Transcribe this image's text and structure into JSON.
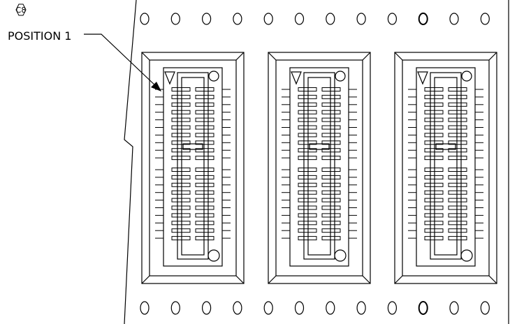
{
  "callout": {
    "tag": "C8",
    "label": "POSITION 1"
  },
  "tape": {
    "sprocket_holes_per_edge": 12,
    "connector_count": 3
  },
  "connector": {
    "pins_per_row": 20,
    "pin_marker": "triangle",
    "locating_marks": "circles"
  }
}
